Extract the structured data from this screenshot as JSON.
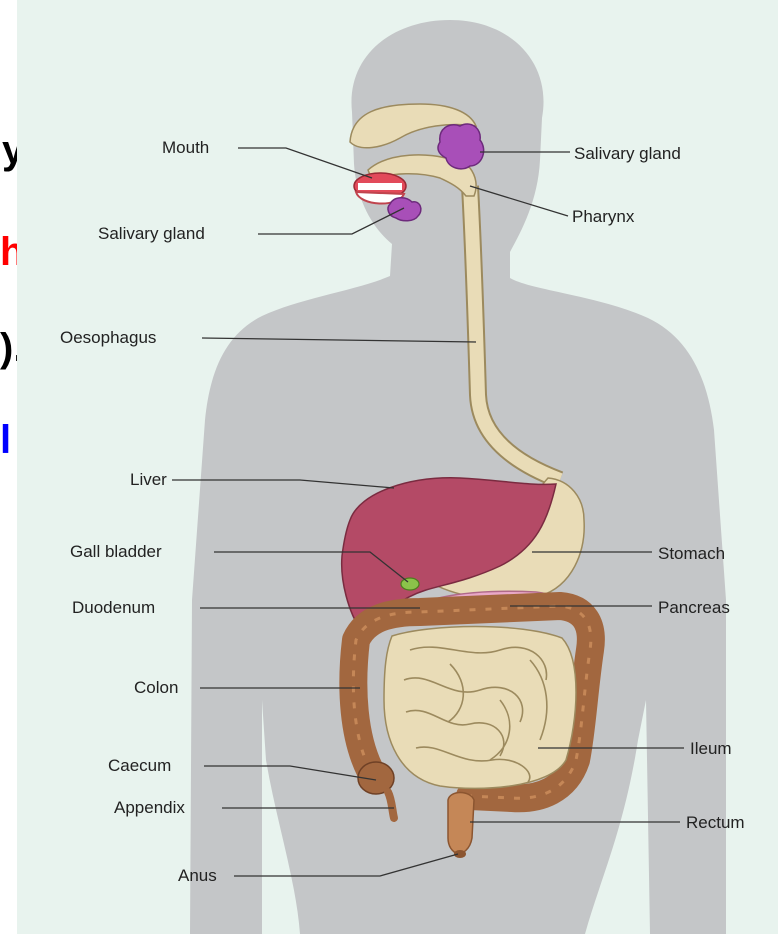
{
  "slide_fragments": [
    {
      "text": "y",
      "color": "#000000"
    },
    {
      "text": "h)",
      "color": "#ff0000"
    },
    {
      "text": ").",
      "color": "#000000"
    },
    {
      "text": "l",
      "color": "#0000ff"
    }
  ],
  "labels": {
    "mouth": "Mouth",
    "salivary_gland_right": "Salivary gland",
    "salivary_gland_left": "Salivary gland",
    "pharynx": "Pharynx",
    "oesophagus": "Oesophagus",
    "liver": "Liver",
    "gall_bladder": "Gall bladder",
    "stomach": "Stomach",
    "duodenum": "Duodenum",
    "pancreas": "Pancreas",
    "colon": "Colon",
    "caecum": "Caecum",
    "ileum": "Ileum",
    "appendix": "Appendix",
    "rectum": "Rectum",
    "anus": "Anus"
  },
  "colors": {
    "background_panel": "#e8f3ee",
    "silhouette": "#c4c6c8",
    "tract": "#e9dcb7",
    "liver": "#b44a66",
    "salivary": "#a84fb8",
    "colon": "#a2673f",
    "pancreas": "#e9a8c8",
    "gall_bladder": "#8bc34a"
  }
}
